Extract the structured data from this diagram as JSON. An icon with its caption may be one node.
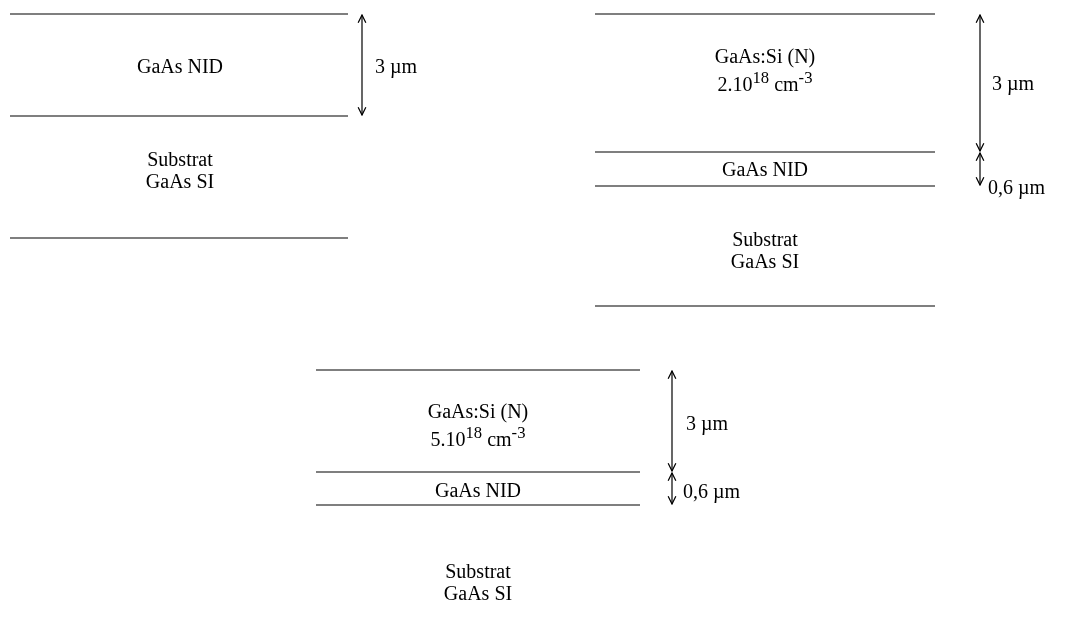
{
  "diagram": {
    "labels": [
      "GaAs NID",
      "3 µm",
      "GaAs:Si (N) 2.10$^{18}$ cm$^{-3}$",
      "3 µm",
      "Substrat GaAs SI",
      "GaAs NID",
      "0,6 µm",
      "Substrat GaAs SI",
      "GaAs:Si (N) 5.10$^{18}$ cm$^{-3}$",
      "3 µm",
      "GaAs NID",
      "0,6 µm",
      "Substrat GaAs SI"
    ]
  }
}
